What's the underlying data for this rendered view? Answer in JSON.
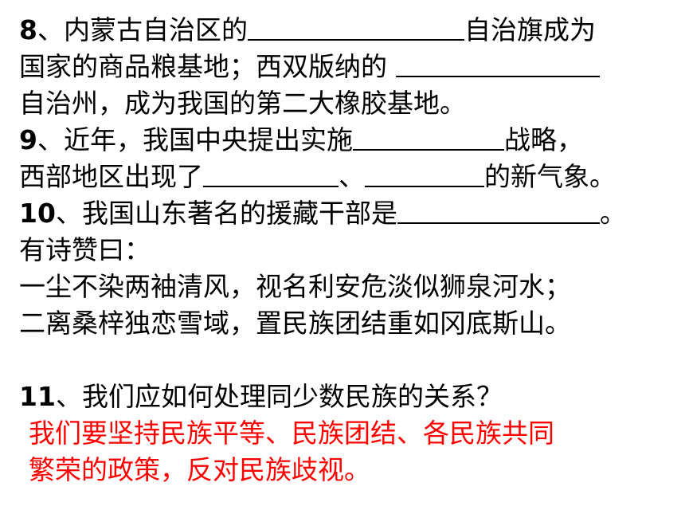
{
  "q8": {
    "number": "8",
    "line1_text": "、内蒙古自治区的",
    "line1_tail": "自治旗成为",
    "line2_text": "国家的商品粮基地；西双版纳的 ",
    "line3_text": "自治州，成为我国的第二大橡胶基地。"
  },
  "q9": {
    "number": "9",
    "line1_text": "、近年，我国中央提出实施",
    "line1_tail": "战略，",
    "line2_text": "西部地区出现了",
    "line2_sep": "、",
    "line2_tail": "的新气象。"
  },
  "q10": {
    "number": "10",
    "line1_text": "、我国山东著名的援藏干部是",
    "line1_tail": "。",
    "line2_text": "有诗赞曰：",
    "poem_line1": "一尘不染两袖清风，视名利安危淡似狮泉河水；",
    "poem_line2": "二离桑梓独恋雪域，置民族团结重如冈底斯山。"
  },
  "q11": {
    "number": "11",
    "question_text": "、我们应如何处理同少数民族的关系？",
    "answer_line1": "我们要坚持民族平等、民族团结、各民族共同",
    "answer_line2": "繁荣的政策，反对民族歧视。"
  },
  "colors": {
    "text": "#000000",
    "answer": "#ff0000",
    "background": "#ffffff"
  }
}
